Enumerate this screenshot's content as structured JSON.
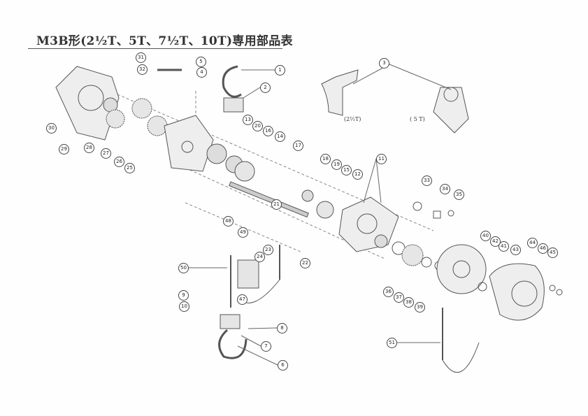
{
  "title": "M3B形(2½T、5T、7½T、10T)専用部品表",
  "variant_captions": {
    "small": "(2½T)",
    "large": "( 5 T)"
  },
  "callouts": [
    "31",
    "32",
    "5",
    "4",
    "1",
    "2",
    "3",
    "30",
    "29",
    "28",
    "27",
    "26",
    "25",
    "13",
    "20",
    "16",
    "14",
    "17",
    "18",
    "19",
    "15",
    "12",
    "11",
    "33",
    "34",
    "35",
    "21",
    "48",
    "49",
    "23",
    "24",
    "22",
    "50",
    "47",
    "9",
    "10",
    "8",
    "7",
    "6",
    "36",
    "37",
    "38",
    "39",
    "40",
    "42",
    "41",
    "43",
    "44",
    "46",
    "45",
    "51"
  ],
  "colors": {
    "ink": "#444444",
    "paper": "#fefefe"
  }
}
